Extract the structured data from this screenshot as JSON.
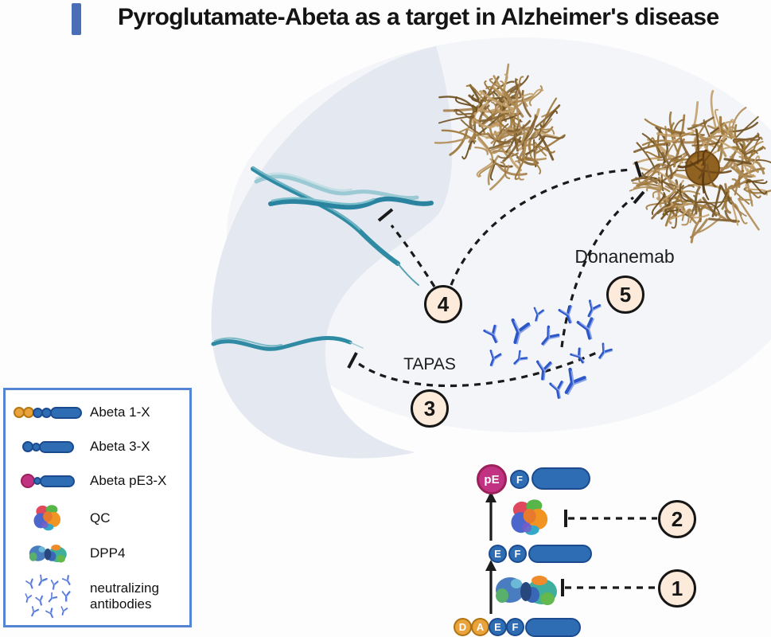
{
  "title": "Pyroglutamate-Abeta as a target in Alzheimer's disease",
  "legend": {
    "items": [
      {
        "label": "Abeta 1-X",
        "icon": "abeta-1x-chain"
      },
      {
        "label": "Abeta 3-X",
        "icon": "abeta-3x-chain"
      },
      {
        "label": "Abeta pE3-X",
        "icon": "abeta-pe3x-chain"
      },
      {
        "label": "QC",
        "icon": "qc-enzyme"
      },
      {
        "label": "DPP4",
        "icon": "dpp4-enzyme"
      },
      {
        "label": "neutralizing antibodies",
        "icon": "antibody-cluster"
      }
    ]
  },
  "labels": {
    "tapas": "TAPAS",
    "donanemab": "Donanemab"
  },
  "steps": [
    "1",
    "2",
    "3",
    "4",
    "5"
  ],
  "pathway": {
    "abeta_1x": {
      "units": [
        "D",
        "A",
        "E",
        "F"
      ]
    },
    "abeta_3x": {
      "units": [
        "E",
        "F"
      ]
    },
    "abeta_pe3x": {
      "units": [
        "pE",
        "F"
      ]
    }
  },
  "colors": {
    "accent_bar": "#4a6db8",
    "abeta_blue": "#2e6db4",
    "abeta_orange": "#e8a33d",
    "pyroglutamate_magenta": "#c23283",
    "step_badge_fill": "#fceadb",
    "legend_border": "#5585d2",
    "antibody_blue": "#2d57c8",
    "fibril_teal": "#2f8ba3",
    "plaque_brown": "#9a7436",
    "crescent_background": "#e4e8f1"
  }
}
